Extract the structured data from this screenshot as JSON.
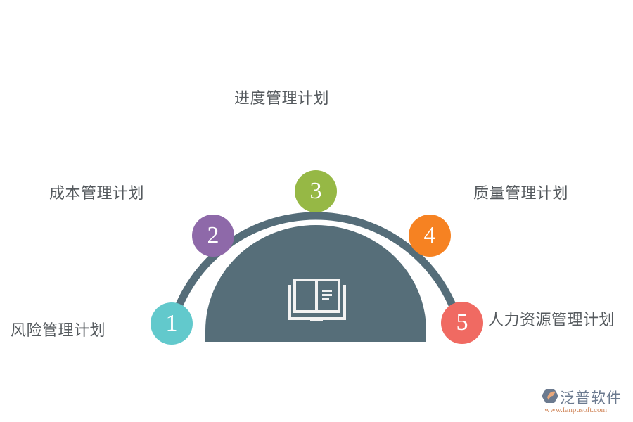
{
  "diagram": {
    "title": "",
    "center_icon": "open-book-icon",
    "colors": {
      "arc": "#556d79",
      "dome": "#566e79",
      "icon": "#f2f2f2",
      "label_text": "#555a5e"
    },
    "steps": [
      {
        "number": "1",
        "label": "风险管理计划",
        "color": "#62c9cc"
      },
      {
        "number": "2",
        "label": "成本管理计划",
        "color": "#8e69a9"
      },
      {
        "number": "3",
        "label": "进度管理计划",
        "color": "#96b845"
      },
      {
        "number": "4",
        "label": "质量管理计划",
        "color": "#f68222"
      },
      {
        "number": "5",
        "label": "人力资源管理计划",
        "color": "#f06a62"
      }
    ]
  },
  "watermark": {
    "name": "泛普软件",
    "url": "www.fanpusoft.com"
  }
}
